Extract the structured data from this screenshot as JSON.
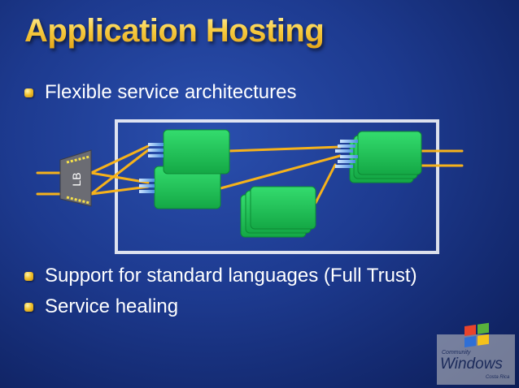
{
  "slide": {
    "title": "Application Hosting",
    "bullets": [
      "Flexible service architectures",
      "Support for standard languages (Full Trust)",
      "Service healing"
    ]
  },
  "diagram": {
    "load_balancer_label": "LB"
  },
  "logo": {
    "line1": "Community",
    "line2": "Windows",
    "line3": "Costa Rica"
  },
  "colors": {
    "title_gold": "#f7c93e",
    "connector_orange": "#f6b21b",
    "role_green": "#1fc65a",
    "background_blue": "#1d3a8f"
  }
}
